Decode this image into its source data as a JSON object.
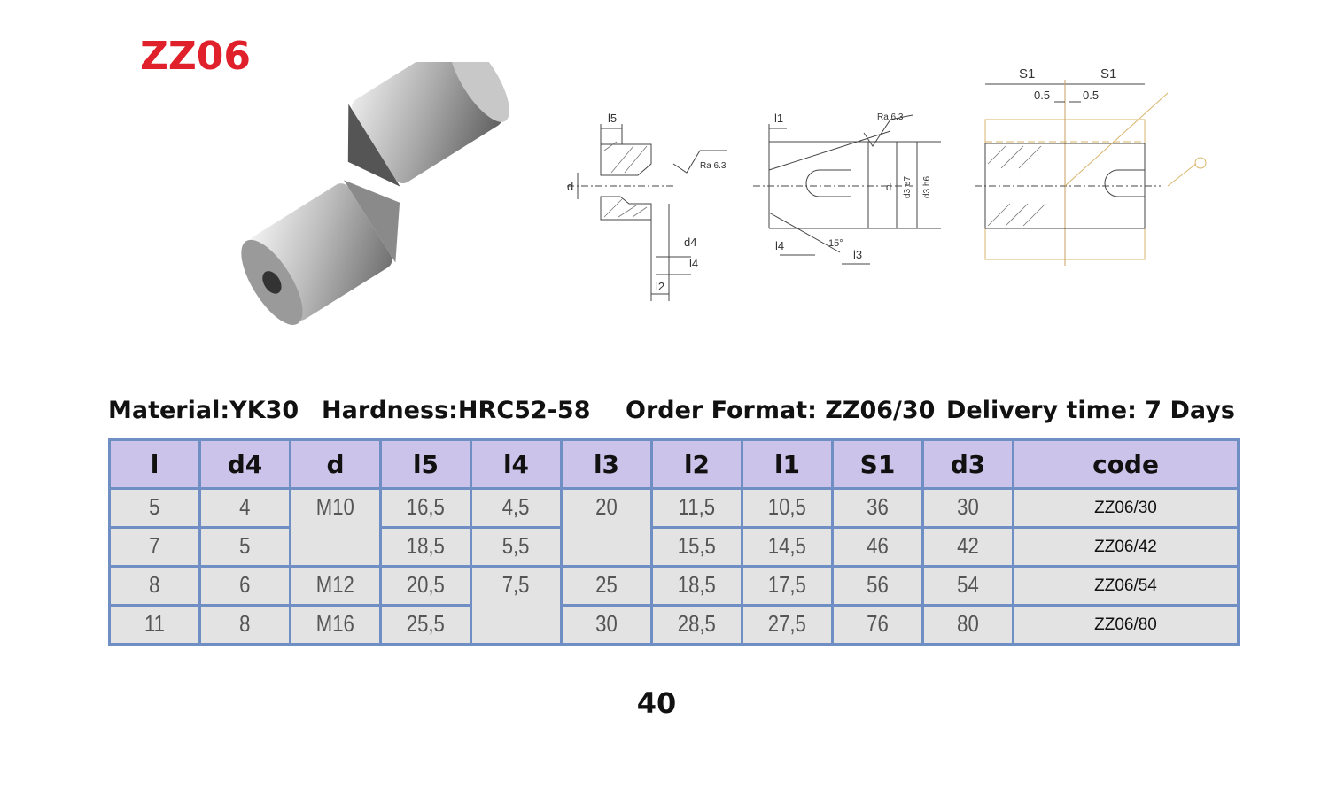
{
  "title": "ZZ06",
  "specs": {
    "material": "Material:YK30",
    "hardness": "Hardness:HRC52-58",
    "order_format": "Order Format: ZZ06/30",
    "delivery": "Delivery time: 7 Days"
  },
  "drawing_labels": {
    "l5": "l5",
    "d": "d",
    "ra1": "Ra 6.3",
    "d4": "d4",
    "l4": "l4",
    "l2": "l2",
    "l1": "l1",
    "ra2": "Ra 6.3",
    "l4b": "l4",
    "angle": "15°",
    "l3": "l3",
    "d_2": "d",
    "d3e7": "d3 e7",
    "d3h6": "d3 h6",
    "s1a": "S1",
    "s1b": "S1",
    "h1": "0.5",
    "h2": "0.5"
  },
  "table": {
    "headers": [
      "l",
      "d4",
      "d",
      "l5",
      "l4",
      "l3",
      "l2",
      "l1",
      "S1",
      "d3",
      "code"
    ],
    "rows": [
      [
        "5",
        "4",
        "M10",
        "16,5",
        "4,5",
        "20",
        "11,5",
        "10,5",
        "36",
        "30",
        "ZZ06/30"
      ],
      [
        "7",
        "5",
        null,
        "18,5",
        "5,5",
        null,
        "15,5",
        "14,5",
        "46",
        "42",
        "ZZ06/42"
      ],
      [
        "8",
        "6",
        "M12",
        "20,5",
        "7,5",
        "25",
        "18,5",
        "17,5",
        "56",
        "54",
        "ZZ06/54"
      ],
      [
        "11",
        "8",
        "M16",
        "25,5",
        null,
        "30",
        "28,5",
        "27,5",
        "76",
        "80",
        "ZZ06/80"
      ]
    ],
    "merged": [
      {
        "row": 0,
        "col": 2,
        "rowspan": 2
      },
      {
        "row": 0,
        "col": 5,
        "rowspan": 2
      },
      {
        "row": 2,
        "col": 4,
        "rowspan": 2
      }
    ]
  },
  "page_number": "40",
  "colors": {
    "title": "#e0202a",
    "header_bg": "#cbc3ea",
    "cell_bg": "#e3e3e3",
    "border": "#6f8fc4"
  }
}
